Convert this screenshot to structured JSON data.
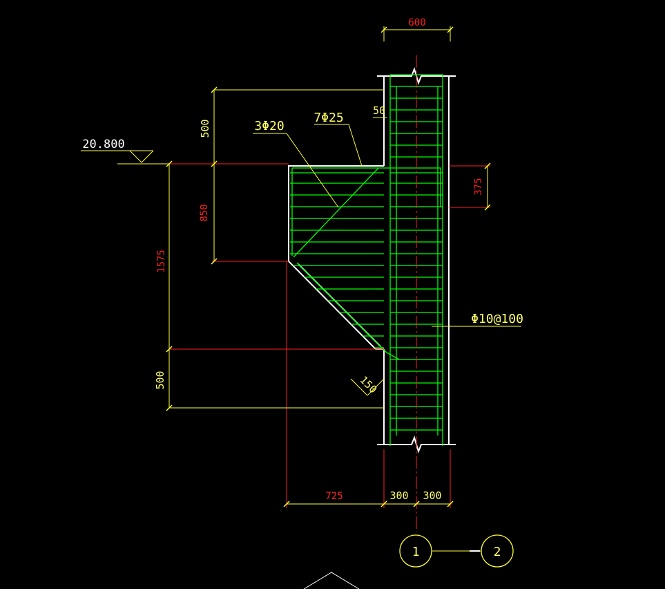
{
  "drawing": {
    "elevation": {
      "label": "20.800"
    },
    "dims": {
      "column_width": "600",
      "upper_parapet": "500",
      "corbel_slope_height": "850",
      "total_height": "1575",
      "lower_offset": "500",
      "bar_anchor": "375",
      "cover_offset": "50",
      "chamfer_size": "150",
      "corbel_width": "725",
      "half_column_left": "300",
      "half_column_right": "300"
    },
    "rebar": {
      "diagonal": "3Φ20",
      "top": "7Φ25",
      "stirrup": "Φ10@100"
    },
    "axes": {
      "left": "1",
      "right": "2"
    },
    "colors": {
      "concrete": "#ffffff",
      "rebar": "#00ff00",
      "dimension_line": "#ffff33",
      "dimension_text": "#ff2020",
      "center_line": "#ff2020"
    }
  }
}
